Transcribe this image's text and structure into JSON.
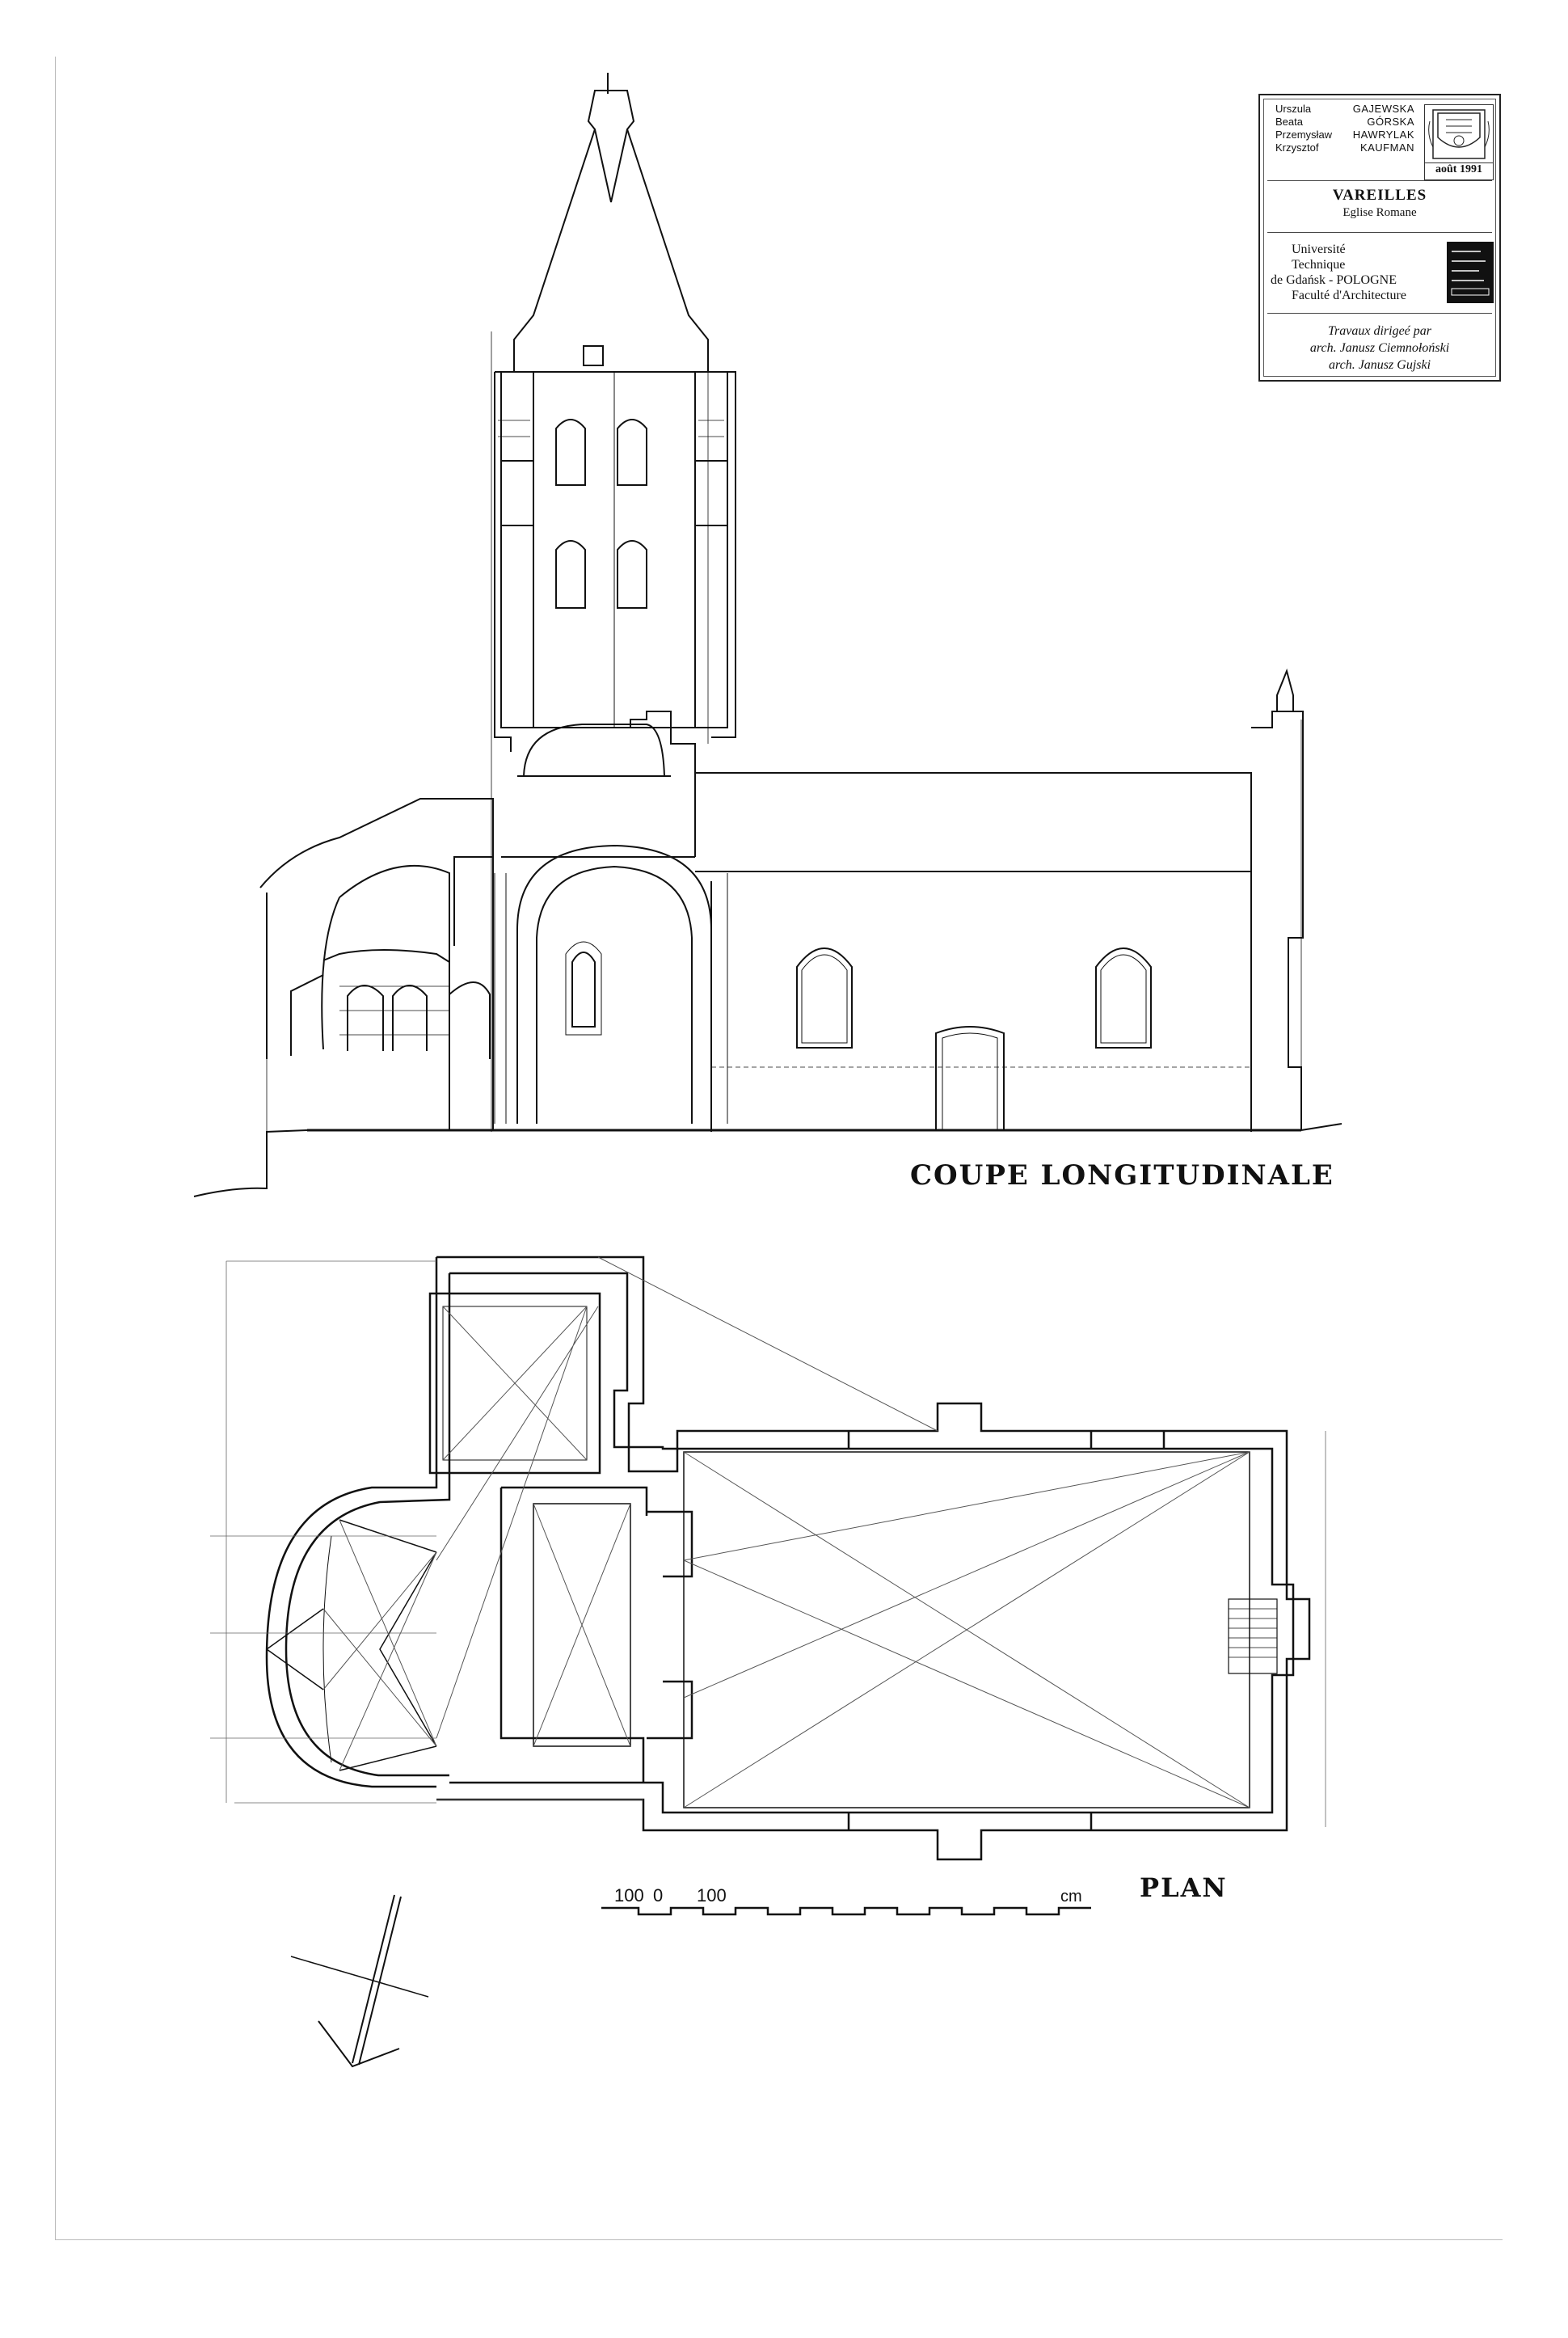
{
  "cartouche": {
    "authors": [
      {
        "first": "Urszula",
        "last": "GAJEWSKA"
      },
      {
        "first": "Beata",
        "last": "GÓRSKA"
      },
      {
        "first": "Przemysław",
        "last": "HAWRYLAK"
      },
      {
        "first": "Krzysztof",
        "last": "KAUFMAN"
      }
    ],
    "date": "août 1991",
    "title": "VAREILLES",
    "subtitle": "Eglise Romane",
    "university_lines": [
      "Université",
      "Technique",
      "de Gdańsk - POLOGNE",
      "Faculté d'Architecture"
    ],
    "directed_by": "Travaux dirigeé par",
    "directors": [
      "arch. Janusz Ciemnołoński",
      "arch. Janusz Gujski"
    ]
  },
  "headings": {
    "section": "COUPE LONGITUDINALE",
    "plan": "PLAN"
  },
  "scale_bar": {
    "labels": [
      "100",
      "0",
      "100"
    ],
    "unit": "cm"
  },
  "colors": {
    "ink": "#111111",
    "paper": "#ffffff",
    "construction": "#555555"
  }
}
